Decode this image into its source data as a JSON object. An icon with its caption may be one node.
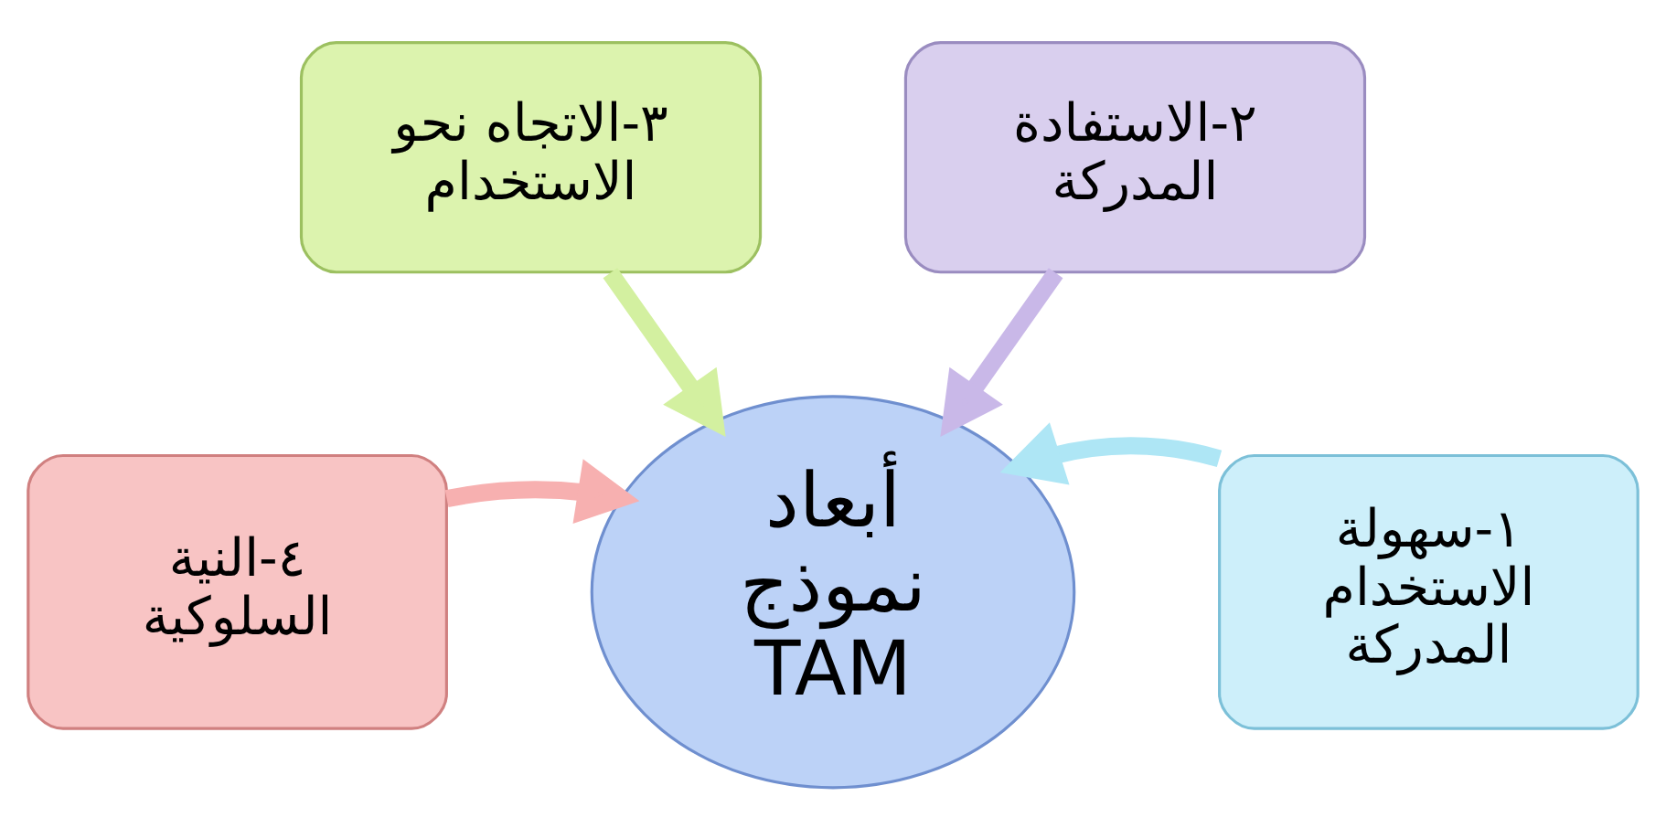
{
  "diagram": {
    "nodes": [
      {
        "text": [
          "٢-الاستفادة المدركة"
        ]
      },
      {
        "text": [
          "٣-الاتجاه نحو الاستخدام"
        ]
      },
      {
        "text": [
          "١-سهولة الاستخدام المدركة"
        ]
      },
      {
        "text": [
          "٤-النية السلوكية"
        ]
      },
      {
        "text": [
          "أبعاد نموذج TAM"
        ]
      }
    ],
    "edges": [
      {
        "from": 0,
        "to": 4,
        "arrow": "to",
        "color": "#c9b8e8"
      },
      {
        "from": 1,
        "to": 4,
        "arrow": "to",
        "color": "#d3f0a0"
      },
      {
        "from": 2,
        "to": 4,
        "arrow": "to",
        "color": "#aee6f5"
      },
      {
        "from": 3,
        "to": 4,
        "arrow": "to",
        "color": "#f7b0b0"
      }
    ]
  }
}
